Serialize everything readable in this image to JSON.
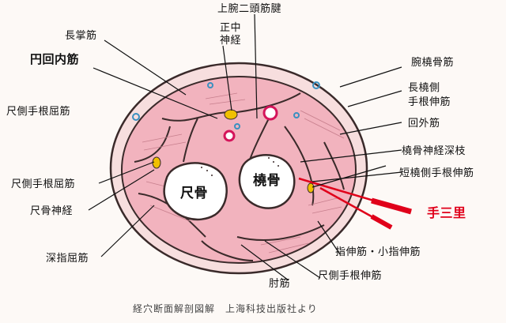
{
  "labels": {
    "biceps_tendon": "上腕二頭筋腱",
    "median_nerve_1": "正中",
    "median_nerve_2": "神経",
    "palmaris_longus": "長掌筋",
    "pronator_teres": "円回内筋",
    "brachioradialis": "腕橈骨筋",
    "ecrl_1": "長橈側",
    "ecrl_2": "手根伸筋",
    "fcu_top": "尺側手根屈筋",
    "supinator": "回外筋",
    "radial_deep": "橈骨神経深枝",
    "ecrb": "短橈側手根伸筋",
    "fcu_left": "尺側手根屈筋",
    "ulnar_nerve": "尺骨神経",
    "shousanri": "手三里",
    "fdp": "深指屈筋",
    "ext_digitorum": "指伸筋・小指伸筋",
    "ecu": "尺側手根伸筋",
    "anconeus": "肘筋",
    "ulna": "尺骨",
    "radius": "橈骨"
  },
  "caption": "経穴断面解剖図解　上海科技出版社より",
  "colors": {
    "muscle": "#f2b3be",
    "skin": "#f7dede",
    "fascia": "#3a2a2a",
    "bone": "#ffffff",
    "needle": "#e0001a",
    "nerve": "#f0c000",
    "vessel": "#d4145a"
  }
}
